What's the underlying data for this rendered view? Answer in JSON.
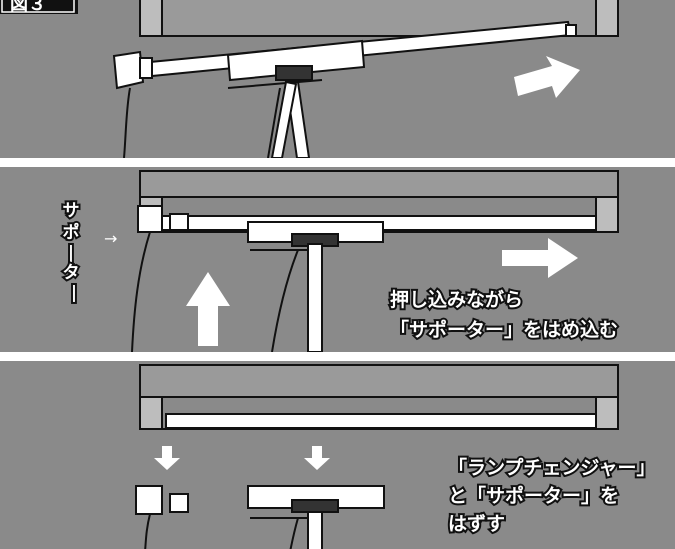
{
  "figure_label": "図３",
  "panel2": {
    "side_label": "サポーター",
    "arrow_glyph": "→",
    "caption_lines": [
      "押し込みながら",
      "「サポーター」をはめ込む"
    ]
  },
  "panel3": {
    "caption_lines": [
      "「ランプチェンジャー」",
      "と「サポーター」を",
      "はずす"
    ]
  }
}
